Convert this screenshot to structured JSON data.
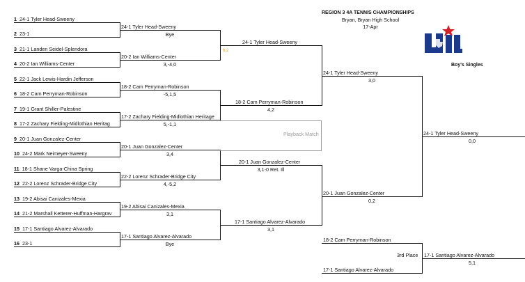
{
  "header": {
    "title": "REGION 3 4A TENNIS CHAMPIONSHIPS",
    "location": "Bryan, Bryan High School",
    "date": "17-Apr"
  },
  "logo": {
    "text": "UIL",
    "caption": "Boy's Singles",
    "colors": {
      "blue": "#1c3a8c",
      "red": "#d42027"
    }
  },
  "round1": [
    {
      "seed": "1",
      "name": "24-1  Tyler Head-Sweeny"
    },
    {
      "seed": "2",
      "name": "23-1"
    },
    {
      "seed": "3",
      "name": "21-1  Landen Seidel-Splendora"
    },
    {
      "seed": "4",
      "name": "20-2  Ian Williams-Center"
    },
    {
      "seed": "5",
      "name": "22-1  Jack Lewis-Hardin Jefferson"
    },
    {
      "seed": "6",
      "name": "18-2  Cam Perryman-Robinson"
    },
    {
      "seed": "7",
      "name": "19-1  Grant Shiller-Palestine"
    },
    {
      "seed": "8",
      "name": "17-2  Zachary Fielding-Midlothian Heritag"
    },
    {
      "seed": "9",
      "name": "20-1  Juan Gonzalez-Center"
    },
    {
      "seed": "10",
      "name": "24-2  Mark Neimeyer-Sweeny"
    },
    {
      "seed": "11",
      "name": "18-1  Shane Varga-China Spring"
    },
    {
      "seed": "12",
      "name": "22-2  Lorenz Schrader-Bridge City"
    },
    {
      "seed": "13",
      "name": "19-2  Abisai Canizales-Mexia"
    },
    {
      "seed": "14",
      "name": "21-2  Marshall Ketterer-Huffman-Hargrav"
    },
    {
      "seed": "15",
      "name": "17-1  Santiago Alvarez-Alvarado"
    },
    {
      "seed": "16",
      "name": "23-1"
    }
  ],
  "round2": [
    {
      "name": "24-1  Tyler Head-Sweeny",
      "score": "Bye"
    },
    {
      "name": "20-2  Ian Williams-Center",
      "score": "3,-4,0"
    },
    {
      "name": "18-2  Cam Perryman-Robinson",
      "score": "-5,1,5"
    },
    {
      "name": "17-2  Zachary Fielding-Midlothian Heritage",
      "score": "5,-1,1"
    },
    {
      "name": "20-1  Juan Gonzalez-Center",
      "score": "3,4"
    },
    {
      "name": "22-2  Lorenz Schrader-Bridge City",
      "score": "4,-5,2"
    },
    {
      "name": "19-2  Abisai Canizales-Mexia",
      "score": "3,1"
    },
    {
      "name": "17-1  Santiago Alvarez-Alvarado",
      "score": "Bye"
    }
  ],
  "round3": [
    {
      "name": "24-1  Tyler Head-Sweeny",
      "score": "6,2"
    },
    {
      "name": "18-2  Cam Perryman-Robinson",
      "score": "4,2"
    },
    {
      "name": "20-1  Juan Gonzalez-Center",
      "score": "3,1-0 Ret. Ill"
    },
    {
      "name": "17-1  Santiago Alvarez-Alvarado",
      "score": "3,1"
    }
  ],
  "round4": [
    {
      "name": "24-1  Tyler Head-Sweeny",
      "score": "3,0"
    },
    {
      "name": "20-1  Juan Gonzalez-Center",
      "score": "0,2"
    }
  ],
  "final": {
    "name": "24-1  Tyler Head-Sweeny",
    "score": "0,0"
  },
  "playback": "Playback Match",
  "third_place": {
    "label": "3rd Place",
    "player_a": "18-2  Cam Perryman-Robinson",
    "player_b": "17-1  Santiago Alvarez-Alvarado",
    "winner": "17-1  Santiago Alvarez-Alvarado",
    "score": "5,1"
  }
}
